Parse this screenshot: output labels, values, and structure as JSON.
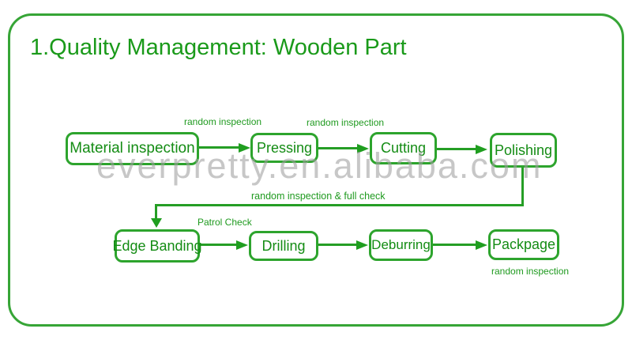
{
  "page": {
    "title": "1.Quality Management: Wooden Part",
    "watermark": "everpretty.en.alibaba.com"
  },
  "colors": {
    "border_green": "#36a536",
    "node_border_green": "#2da42d",
    "node_text_green": "#148c14",
    "title_green": "#1a9a1a",
    "label_green": "#1f9a1f",
    "arrow_green": "#1f9e1f",
    "watermark_gray": "#9f9f9f",
    "background": "#ffffff"
  },
  "flowchart": {
    "nodes": {
      "material_inspection": "Material inspection",
      "pressing": "Pressing",
      "cutting": "Cutting",
      "polishing": "Polishing",
      "edge_banding": "Edge Banding",
      "drilling": "Drilling",
      "deburring": "Deburring",
      "packpage": "Packpage"
    },
    "edge_labels": {
      "material_to_pressing": "random inspection",
      "pressing_to_cutting": "random inspection",
      "polishing_to_edge_banding": "random inspection & full check",
      "edge_banding_to_drilling": "Patrol Check",
      "packpage_note": "random inspection"
    },
    "flow": [
      {
        "from": "Material inspection",
        "to": "Pressing",
        "label": "random inspection"
      },
      {
        "from": "Pressing",
        "to": "Cutting",
        "label": "random inspection"
      },
      {
        "from": "Cutting",
        "to": "Polishing",
        "label": ""
      },
      {
        "from": "Polishing",
        "to": "Edge Banding",
        "label": "random inspection & full check"
      },
      {
        "from": "Edge Banding",
        "to": "Drilling",
        "label": "Patrol Check"
      },
      {
        "from": "Drilling",
        "to": "Deburring",
        "label": ""
      },
      {
        "from": "Deburring",
        "to": "Packpage",
        "label": ""
      },
      {
        "from": "Packpage",
        "to": null,
        "label": "random inspection"
      }
    ]
  }
}
